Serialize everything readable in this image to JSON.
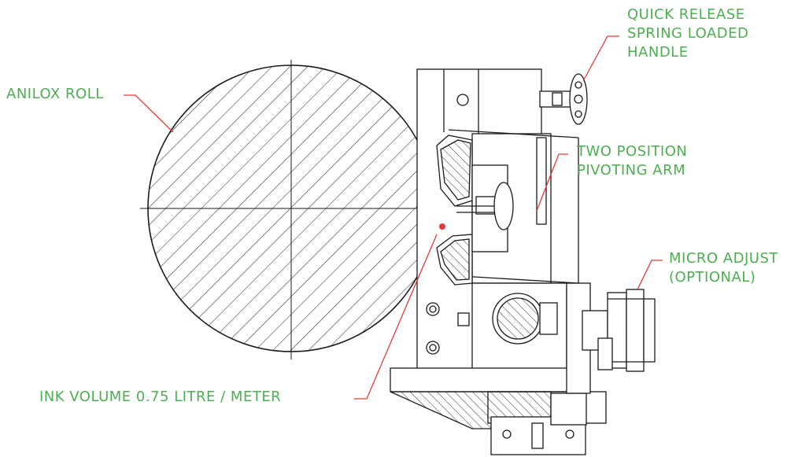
{
  "labels": {
    "anilox_roll": "ANILOX ROLL",
    "quick_release": [
      "QUICK RELEASE",
      "SPRING LOADED",
      "HANDLE"
    ],
    "two_position": [
      "TWO POSITION",
      "PIVOTING ARM"
    ],
    "micro_adjust": [
      "MICRO ADJUST",
      "(OPTIONAL)"
    ],
    "ink_volume": "INK VOLUME 0.75 LITRE / METER"
  },
  "colors": {
    "label_text": "#4caf50",
    "leader_line": "#e53935",
    "drawing_line": "#1a1a1a",
    "background": "#ffffff"
  }
}
